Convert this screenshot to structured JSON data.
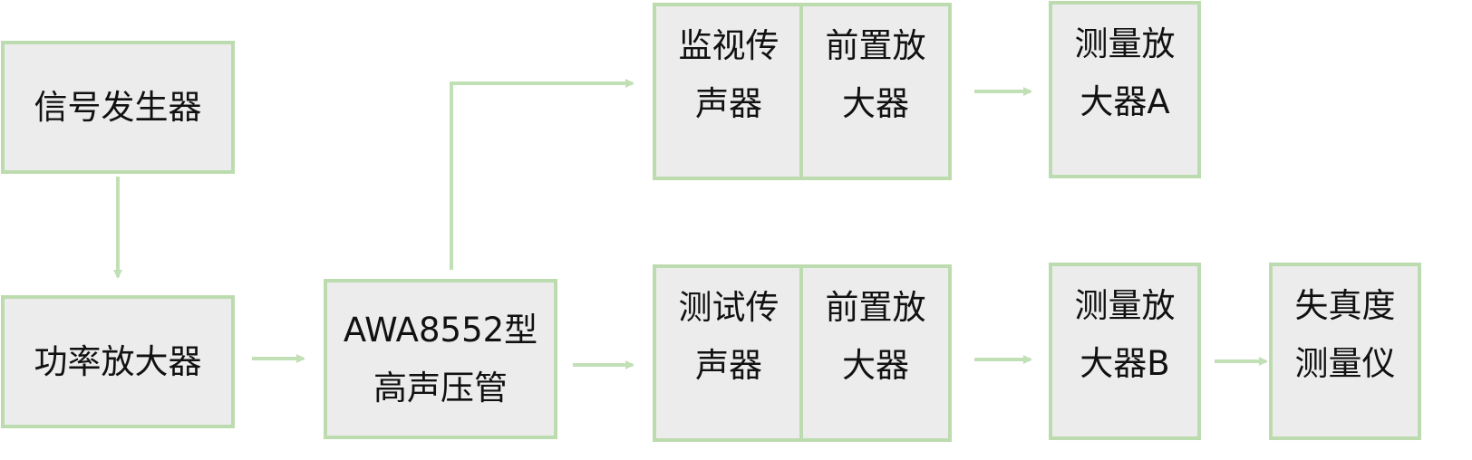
{
  "colors": {
    "border": "#bcdcb0",
    "fill": "#ececec",
    "arrow": "#c2e0b6",
    "text": "#111111"
  },
  "boxes": {
    "signal_generator": {
      "lines": [
        "信号发生器"
      ]
    },
    "power_amplifier": {
      "lines": [
        "功率放大器"
      ]
    },
    "tube": {
      "lines": [
        "AWA8552型",
        "高声压管"
      ]
    },
    "monitor_sensor": {
      "lines": [
        "监视传",
        "声器"
      ]
    },
    "preamp_top": {
      "lines": [
        "前置放",
        "大器"
      ]
    },
    "meas_amp_a": {
      "lines": [
        "测量放",
        "大器A"
      ]
    },
    "test_sensor": {
      "lines": [
        "测试传",
        "声器"
      ]
    },
    "preamp_bottom": {
      "lines": [
        "前置放",
        "大器"
      ]
    },
    "meas_amp_b": {
      "lines": [
        "测量放",
        "大器B"
      ]
    },
    "distortion_meter": {
      "lines": [
        "失真度",
        "测量仪"
      ]
    }
  }
}
